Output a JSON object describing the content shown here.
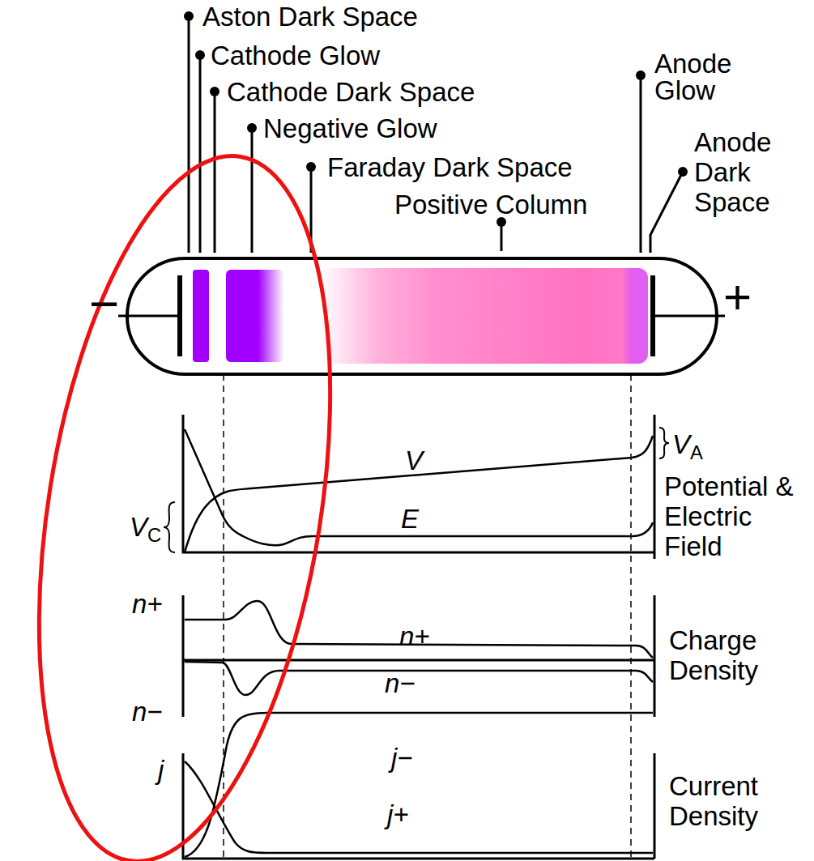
{
  "diagram": {
    "labels": [
      "Aston Dark Space",
      "Cathode Glow",
      "Cathode Dark Space",
      "Negative Glow",
      "Faraday Dark Space",
      "Positive Column",
      "Anode Glow",
      "Anode Dark Space",
      "−",
      "+",
      "V",
      "E",
      "VA",
      "Potential & Electric Field",
      "VC",
      "n+",
      "n+",
      "Charge Density",
      "n−",
      "n−",
      "j−",
      "j",
      "Current Density",
      "j+"
    ]
  }
}
